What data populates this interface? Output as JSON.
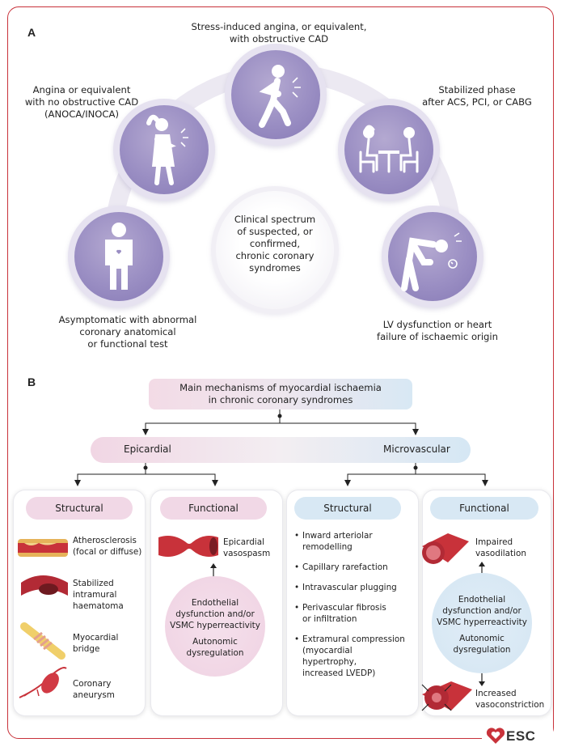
{
  "panelA": {
    "letter": "A",
    "center": [
      "Clinical spectrum",
      "of suspected, or",
      "confirmed,",
      "chronic coronary",
      "syndromes"
    ],
    "top": [
      "Stress-induced angina, or equivalent,",
      "with obstructive CAD"
    ],
    "upper_left": [
      "Angina or equivalent",
      "with no obstructive CAD",
      "(ANOCA/INOCA)"
    ],
    "upper_right": [
      "Stabilized phase",
      "after ACS, PCI, or CABG"
    ],
    "lower_left": [
      "Asymptomatic with abnormal",
      "coronary anatomical",
      "or functional test"
    ],
    "lower_right": [
      "LV dysfunction or heart",
      "failure of ischaemic origin"
    ]
  },
  "panelB": {
    "letter": "B",
    "main": [
      "Main mechanisms of myocardial ischaemia",
      "in chronic coronary syndromes"
    ],
    "epicardial": "Epicardial",
    "microvascular": "Microvascular",
    "epi_structural": {
      "title": "Structural",
      "items": [
        [
          "Atherosclerosis",
          "(focal or diffuse)"
        ],
        [
          "Stabilized",
          "intramural",
          "haematoma"
        ],
        [
          "Myocardial",
          "bridge"
        ],
        [
          "Coronary",
          "aneurysm"
        ]
      ]
    },
    "epi_functional": {
      "title": "Functional",
      "vasospasm": [
        "Epicardial",
        "vasospasm"
      ],
      "bubble1": [
        "Endothelial",
        "dysfunction and/or",
        "VSMC hyperreactivity"
      ],
      "bubble2": [
        "Autonomic",
        "dysregulation"
      ]
    },
    "micro_structural": {
      "title": "Structural",
      "items": [
        [
          "Inward arteriolar",
          "remodelling"
        ],
        [
          "Capillary rarefaction"
        ],
        [
          "Intravascular plugging"
        ],
        [
          "Perivascular fibrosis",
          "or infiltration"
        ],
        [
          "Extramural compression",
          "(myocardial hypertrophy,",
          "increased LVEDP)"
        ]
      ]
    },
    "micro_functional": {
      "title": "Functional",
      "impaired": [
        "Impaired",
        "vasodilation"
      ],
      "bubble1": [
        "Endothelial",
        "dysfunction and/or",
        "VSMC hyperreactivity"
      ],
      "bubble2": [
        "Autonomic",
        "dysregulation"
      ],
      "constriction": [
        "Increased",
        "vasoconstriction"
      ]
    }
  },
  "logo": {
    "text": "ESC"
  },
  "colors": {
    "frame": "#c8323a",
    "circle": "#9a8ec3",
    "pink": "#f1d8e6",
    "blue": "#d8e8f4",
    "artery": "#c8323a"
  }
}
